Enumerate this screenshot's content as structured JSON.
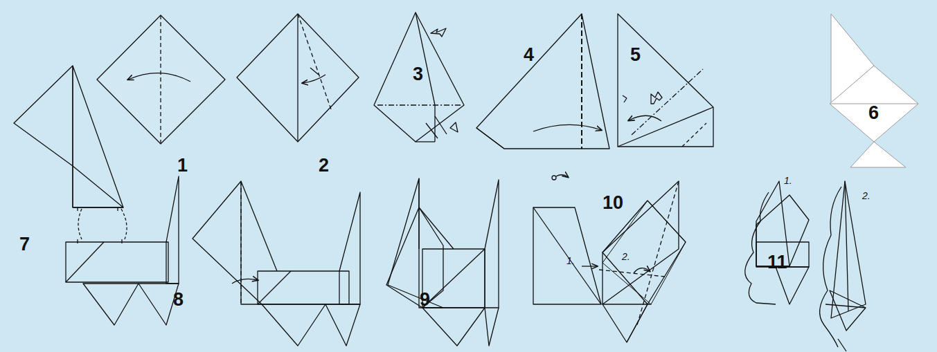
{
  "diagram": {
    "labels": [
      "1",
      "2",
      "3",
      "4",
      "5",
      "6",
      "7",
      "8",
      "9",
      "10",
      "1.",
      "2.",
      "11",
      "1.",
      "2."
    ]
  }
}
